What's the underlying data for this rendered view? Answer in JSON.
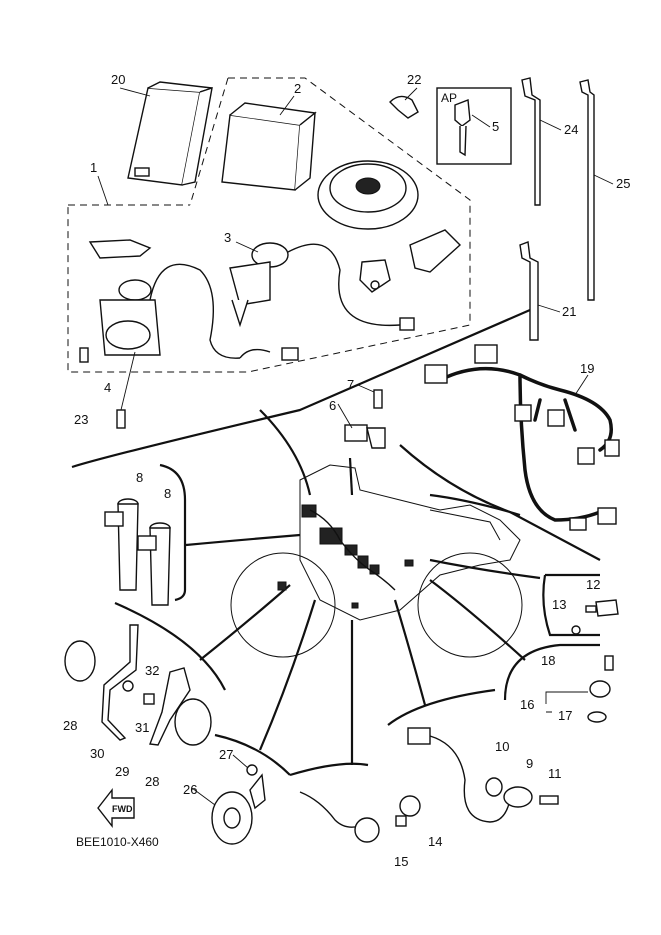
{
  "diagram_code": "BEE1010-X460",
  "ap_box_label": "AP",
  "fwd_label": "FWD",
  "callouts": {
    "c1": "1",
    "c2": "2",
    "c3": "3",
    "c4": "4",
    "c5": "5",
    "c6": "6",
    "c7": "7",
    "c8a": "8",
    "c8b": "8",
    "c9": "9",
    "c10": "10",
    "c11": "11",
    "c12": "12",
    "c13": "13",
    "c14": "14",
    "c15": "15",
    "c16": "16",
    "c17": "17",
    "c18": "18",
    "c19": "19",
    "c20": "20",
    "c21": "21",
    "c22": "22",
    "c23": "23",
    "c24": "24",
    "c25": "25",
    "c26": "26",
    "c27": "27",
    "c28a": "28",
    "c28b": "28",
    "c29": "29",
    "c30": "30",
    "c31": "31",
    "c32": "32"
  }
}
